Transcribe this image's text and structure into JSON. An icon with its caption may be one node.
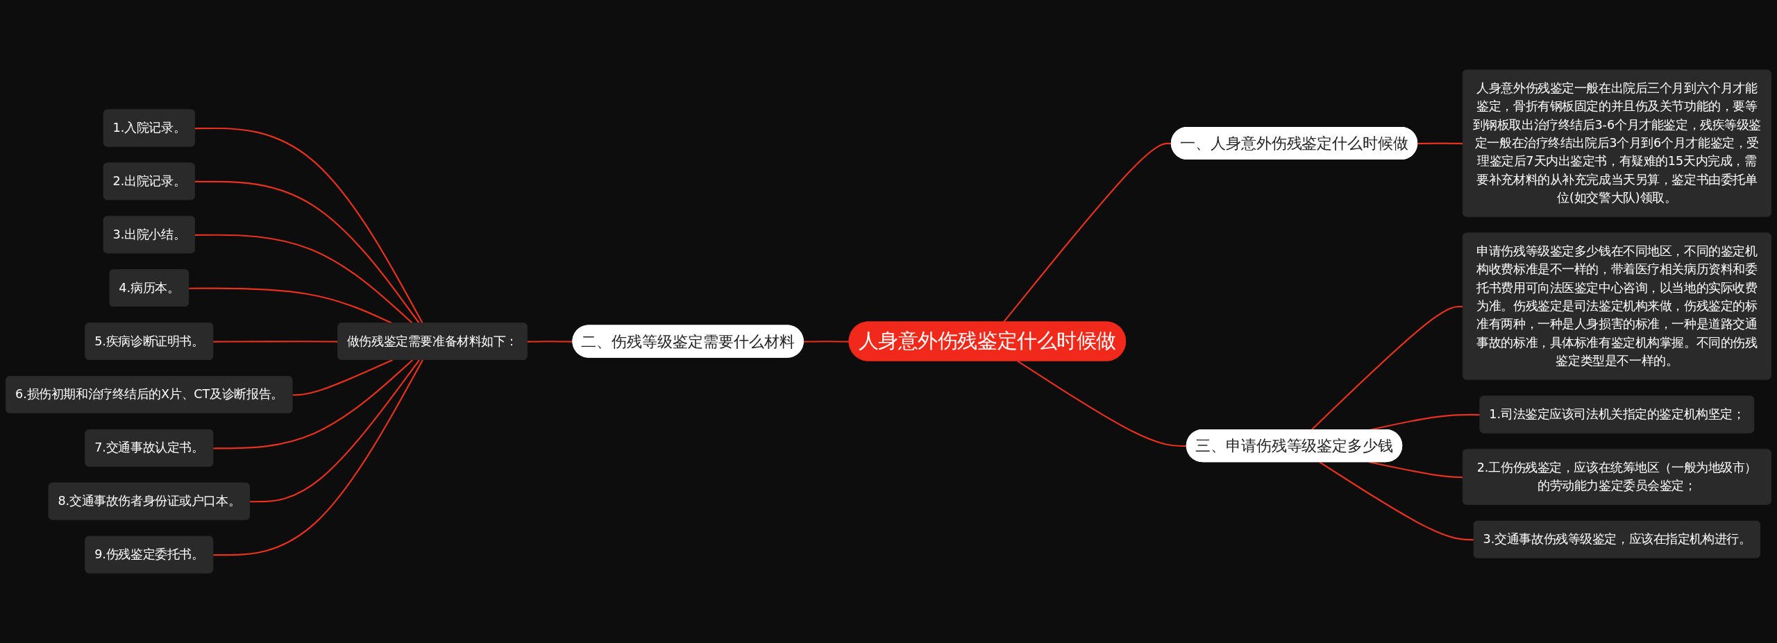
{
  "diagram": {
    "nodes": [
      {
        "text": [
          "人身意外伤残鉴定什么时候做"
        ]
      },
      {
        "text": [
          "一、人身意外伤残鉴定什么时候做"
        ]
      },
      {
        "text": [
          "人身意外伤残鉴定一般在出院后三个月到六个月才能鉴定，骨折有钢板固定的并且伤及关节功能的，要等到钢板取出治疗终结后3-6个月才能鉴定，残疾等级鉴定一般在治疗终结出院后3个月到6个月才能鉴定，受理鉴定后7天内出鉴定书，有疑难的15天内完成，需要补充材料的从补充完成当天另算，鉴定书由委托单位(如交警大队)领取。"
        ]
      },
      {
        "text": [
          "二、伤残等级鉴定需要什么材料"
        ]
      },
      {
        "text": [
          "做伤残鉴定需要准备材料如下："
        ]
      },
      {
        "text": [
          "1.入院记录。"
        ]
      },
      {
        "text": [
          "2.出院记录。"
        ]
      },
      {
        "text": [
          "3.出院小结。"
        ]
      },
      {
        "text": [
          "4.病历本。"
        ]
      },
      {
        "text": [
          "5.疾病诊断证明书。"
        ]
      },
      {
        "text": [
          "6.损伤初期和治疗终结后的X片、CT及诊断报告。"
        ]
      },
      {
        "text": [
          "7.交通事故认定书。"
        ]
      },
      {
        "text": [
          "8.交通事故伤者身份证或户口本。"
        ]
      },
      {
        "text": [
          "9.伤残鉴定委托书。"
        ]
      },
      {
        "text": [
          "三、申请伤残等级鉴定多少钱"
        ]
      },
      {
        "text": [
          "申请伤残等级鉴定多少钱在不同地区，不同的鉴定机构收费标准是不一样的，带着医疗相关病历资料和委托书费用可向法医鉴定中心咨询，以当地的实际收费为准。伤残鉴定是司法鉴定机构来做，伤残鉴定的标准有两种，一种是人身损害的标准，一种是道路交通事故的标准，具体标准有鉴定机构掌握。不同的伤残鉴定类型是不一样的。"
        ]
      },
      {
        "text": [
          "1.司法鉴定应该司法机关指定的鉴定机构坚定；"
        ]
      },
      {
        "text": [
          "2.工伤伤残鉴定，应该在统筹地区（一般为地级市）的劳动能力鉴定委员会鉴定；"
        ]
      },
      {
        "text": [
          "3.交通事故伤残等级鉴定，应该在指定机构进行。"
        ]
      }
    ],
    "edges": [
      {
        "from": 0,
        "to": 1,
        "arrow": "none"
      },
      {
        "from": 1,
        "to": 2,
        "arrow": "none"
      },
      {
        "from": 0,
        "to": 3,
        "arrow": "none"
      },
      {
        "from": 3,
        "to": 4,
        "arrow": "none"
      },
      {
        "from": 4,
        "to": 5,
        "arrow": "none"
      },
      {
        "from": 4,
        "to": 6,
        "arrow": "none"
      },
      {
        "from": 4,
        "to": 7,
        "arrow": "none"
      },
      {
        "from": 4,
        "to": 8,
        "arrow": "none"
      },
      {
        "from": 4,
        "to": 9,
        "arrow": "none"
      },
      {
        "from": 4,
        "to": 10,
        "arrow": "none"
      },
      {
        "from": 4,
        "to": 11,
        "arrow": "none"
      },
      {
        "from": 4,
        "to": 12,
        "arrow": "none"
      },
      {
        "from": 4,
        "to": 13,
        "arrow": "none"
      },
      {
        "from": 0,
        "to": 14,
        "arrow": "none"
      },
      {
        "from": 14,
        "to": 15,
        "arrow": "none"
      },
      {
        "from": 14,
        "to": 16,
        "arrow": "none"
      },
      {
        "from": 14,
        "to": 17,
        "arrow": "none"
      },
      {
        "from": 14,
        "to": 18,
        "arrow": "none"
      }
    ]
  }
}
